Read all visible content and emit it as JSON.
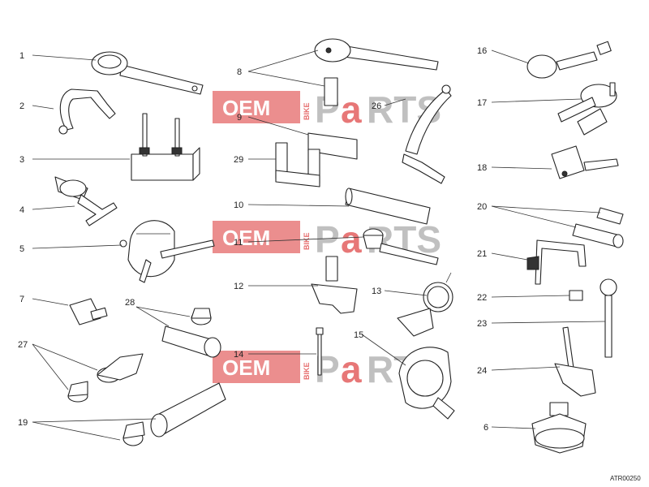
{
  "diagram": {
    "reference_code": "ATR00250",
    "watermark": {
      "oem": "OEM",
      "bike": "BIKE",
      "parts_p": "P",
      "parts_a": "a",
      "parts_rest": "RTS"
    },
    "callouts": [
      "1",
      "2",
      "3",
      "4",
      "5",
      "7",
      "27",
      "19",
      "28",
      "8",
      "9",
      "29",
      "10",
      "11",
      "12",
      "14",
      "13",
      "15",
      "26",
      "16",
      "17",
      "18",
      "20",
      "21",
      "22",
      "23",
      "24",
      "6"
    ]
  }
}
